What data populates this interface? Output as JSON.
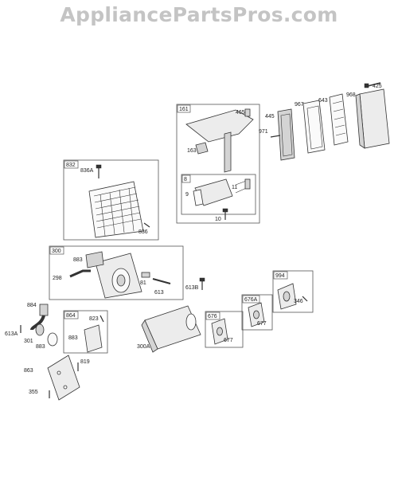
{
  "watermark": "AppliancePartsPros.com",
  "groups": {
    "g161": "161",
    "g8": "8",
    "g832": "832",
    "g300": "300",
    "g864": "864",
    "g994": "994",
    "g676A": "676A",
    "g676": "676"
  },
  "labels": {
    "p425": "425",
    "p968": "968",
    "p643": "643",
    "p967": "967",
    "p445": "445",
    "p465": "465",
    "p971": "971",
    "p163": "163",
    "p11": "11",
    "p9": "9",
    "p10": "10",
    "p836A": "836A",
    "p836": "836",
    "p883a": "883",
    "p298": "298",
    "p81": "81",
    "p613": "613",
    "p613B": "613B",
    "p346": "346",
    "p677a": "677",
    "p677b": "677",
    "p300A": "300A",
    "p884": "884",
    "p613A": "613A",
    "p301": "301",
    "p883b": "883",
    "p823": "823",
    "p883c": "883",
    "p863": "863",
    "p819": "819",
    "p355": "355"
  }
}
